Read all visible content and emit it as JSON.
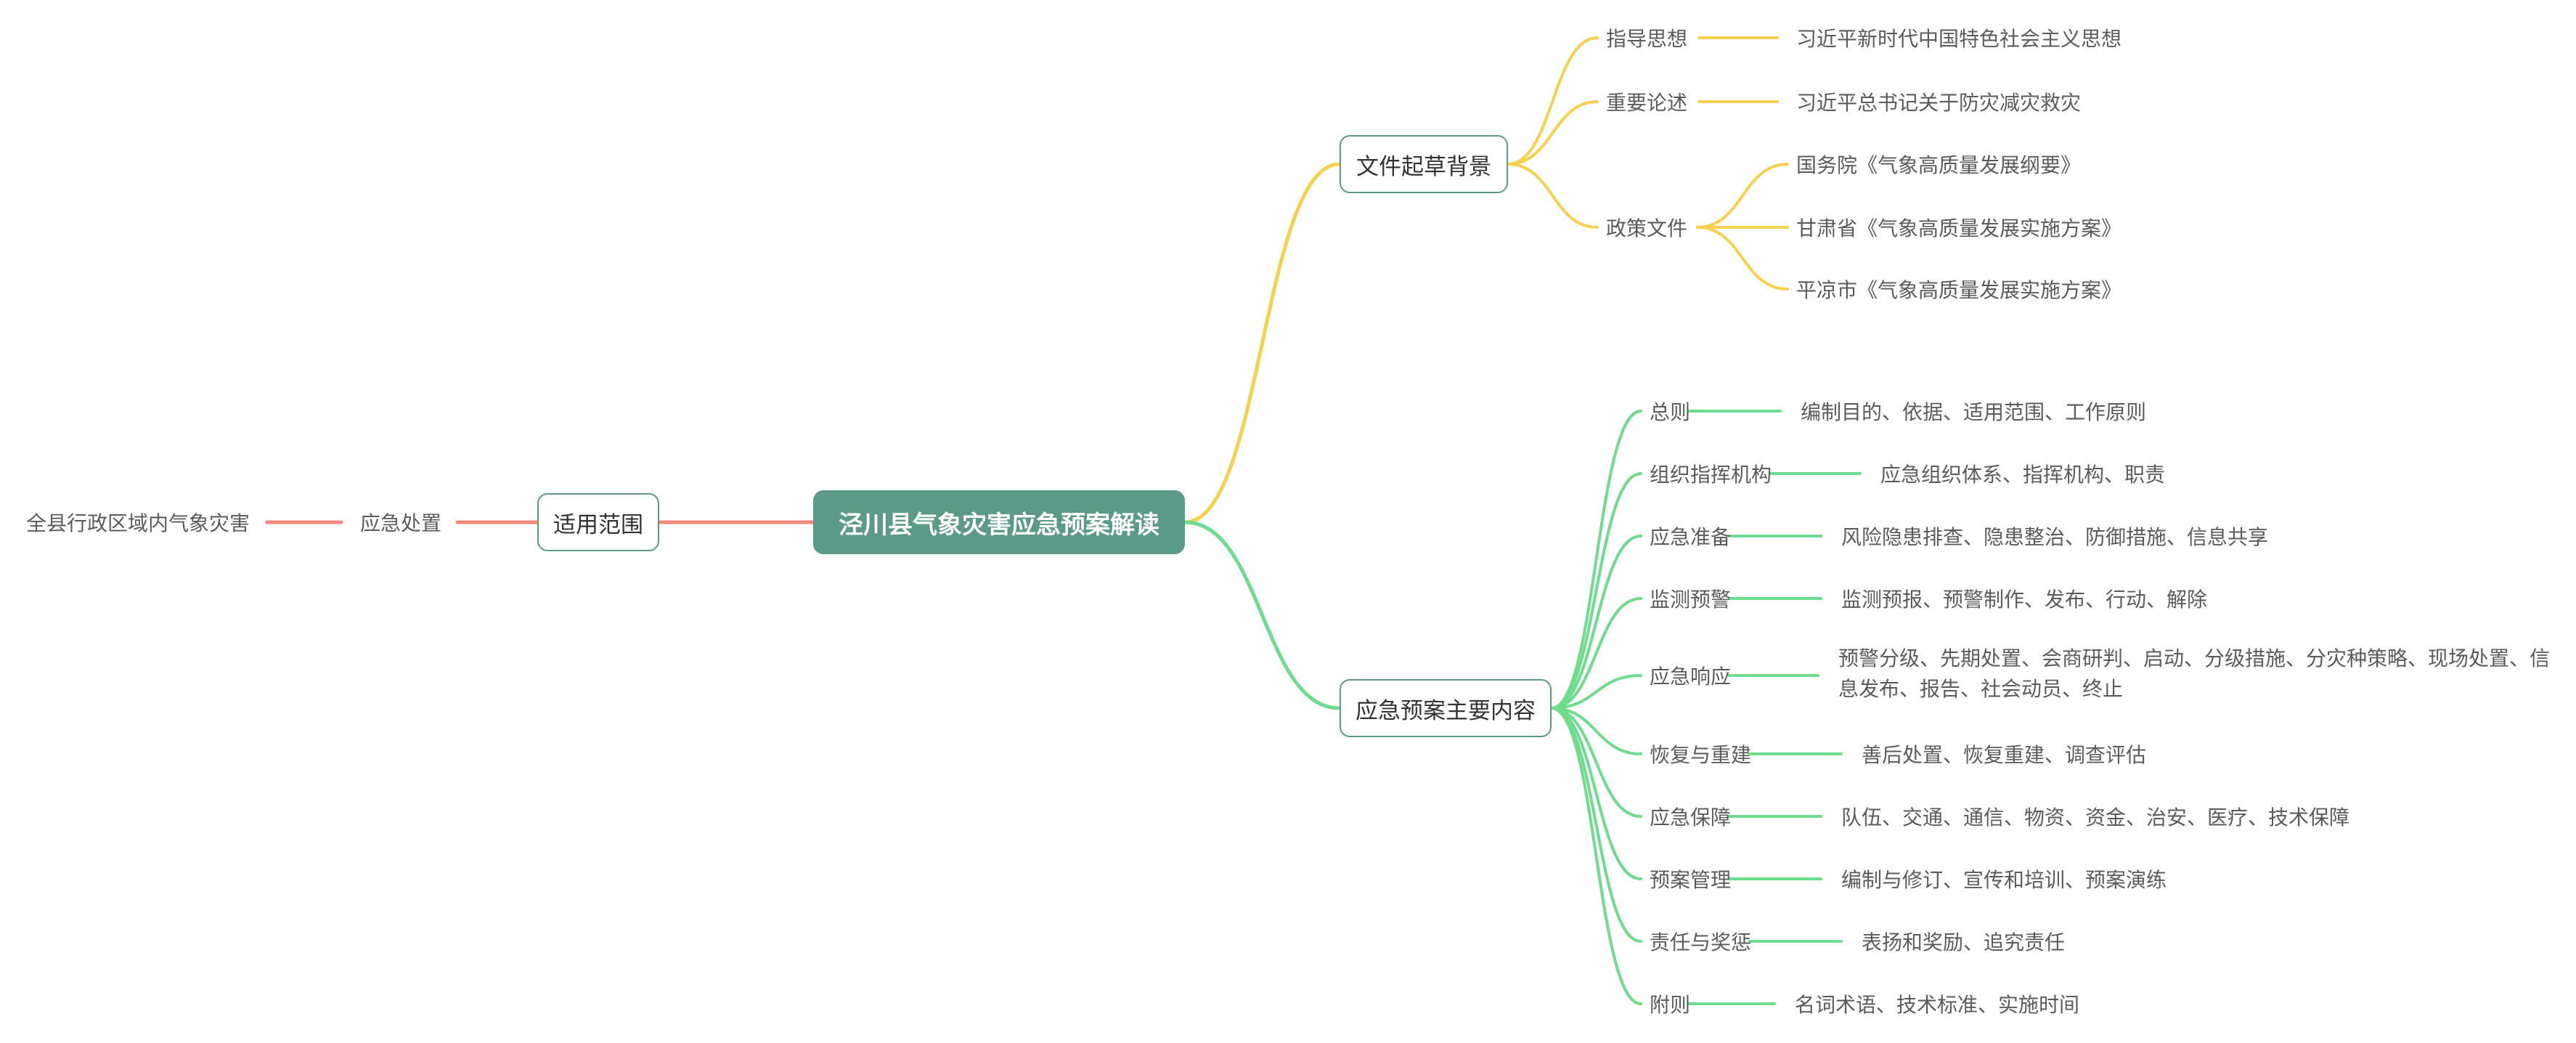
{
  "root": {
    "title": "泾川县气象灾害应急预案解读"
  },
  "colors": {
    "root": "#5a9a86",
    "yellow": "#f7d14d",
    "green": "#6edb8d",
    "red": "#f2897a",
    "text": "#5b5b5b"
  },
  "branches": {
    "background": {
      "title": "文件起草背景",
      "items": [
        {
          "label": "指导思想",
          "detail": "习近平新时代中国特色社会主义思想"
        },
        {
          "label": "重要论述",
          "detail": "习近平总书记关于防灾减灾救灾"
        },
        {
          "label": "政策文件",
          "details": [
            "国务院《气象高质量发展纲要》",
            "甘肃省《气象高质量发展实施方案》",
            "平凉市《气象高质量发展实施方案》"
          ]
        }
      ]
    },
    "content": {
      "title": "应急预案主要内容",
      "items": [
        {
          "label": "总则",
          "detail": "编制目的、依据、适用范围、工作原则"
        },
        {
          "label": "组织指挥机构",
          "detail": "应急组织体系、指挥机构、职责"
        },
        {
          "label": "应急准备",
          "detail": "风险隐患排查、隐患整治、防御措施、信息共享"
        },
        {
          "label": "监测预警",
          "detail": "监测预报、预警制作、发布、行动、解除"
        },
        {
          "label": "应急响应",
          "detail": "预警分级、先期处置、会商研判、启动、分级措施、分灾种策略、现场处置、信息发布、报告、社会动员、终止"
        },
        {
          "label": "恢复与重建",
          "detail": "善后处置、恢复重建、调查评估"
        },
        {
          "label": "应急保障",
          "detail": "队伍、交通、通信、物资、资金、治安、医疗、技术保障"
        },
        {
          "label": "预案管理",
          "detail": "编制与修订、宣传和培训、预案演练"
        },
        {
          "label": "责任与奖惩",
          "detail": "表扬和奖励、追究责任"
        },
        {
          "label": "附则",
          "detail": "名词术语、技术标准、实施时间"
        }
      ]
    },
    "scope": {
      "title": "适用范围",
      "items": [
        {
          "label": "应急处置",
          "detail": "全县行政区域内气象灾害"
        }
      ]
    }
  }
}
